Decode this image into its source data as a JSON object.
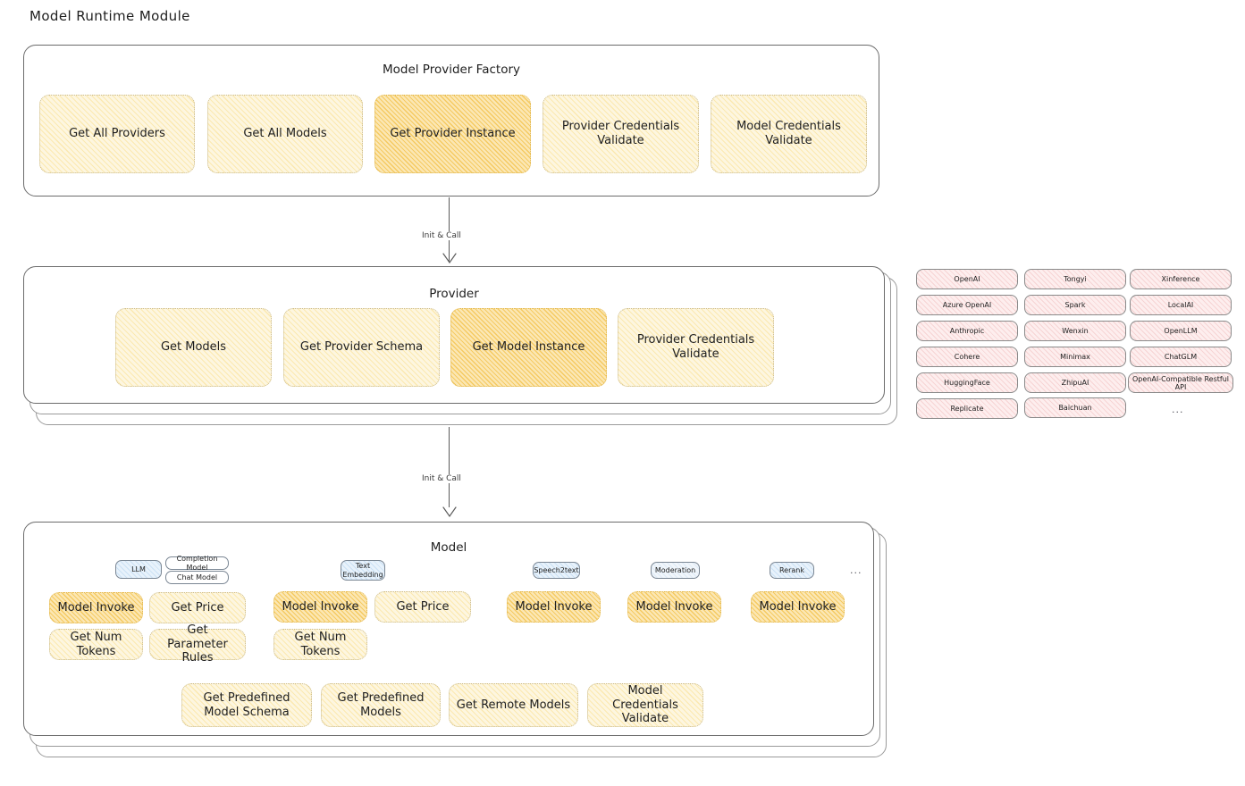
{
  "page": {
    "title": "Model Runtime Module"
  },
  "factory": {
    "title": "Model Provider Factory",
    "boxes": [
      {
        "label": "Get All Providers",
        "highlighted": false
      },
      {
        "label": "Get All Models",
        "highlighted": false
      },
      {
        "label": "Get Provider Instance",
        "highlighted": true
      },
      {
        "label": "Provider Credentials Validate",
        "highlighted": false
      },
      {
        "label": "Model Credentials Validate",
        "highlighted": false
      }
    ]
  },
  "arrows": [
    {
      "label": "Init & Call",
      "from": "Model Provider Factory",
      "to": "Provider"
    },
    {
      "label": "Init & Call",
      "from": "Provider",
      "to": "Model"
    }
  ],
  "provider": {
    "title": "Provider",
    "stack_layers": 3,
    "boxes": [
      {
        "label": "Get Models",
        "highlighted": false
      },
      {
        "label": "Get Provider Schema",
        "highlighted": false
      },
      {
        "label": "Get Model Instance",
        "highlighted": true
      },
      {
        "label": "Provider Credentials Validate",
        "highlighted": false
      }
    ]
  },
  "provider_list": {
    "columns": [
      [
        "OpenAI",
        "Azure OpenAI",
        "Anthropic",
        "Cohere",
        "HuggingFace",
        "Replicate"
      ],
      [
        "Tongyi",
        "Spark",
        "Wenxin",
        "Minimax",
        "ZhipuAI",
        "Baichuan"
      ],
      [
        "Xinference",
        "LocalAI",
        "OpenLLM",
        "ChatGLM",
        "OpenAI-Compatible Restful API"
      ]
    ],
    "more": "..."
  },
  "model": {
    "title": "Model",
    "stack_layers": 3,
    "more": "...",
    "capabilities": [
      {
        "name": "LLM",
        "pill_style": "blue",
        "sub_pills": [
          "Completion Model",
          "Chat Model"
        ],
        "boxes": [
          {
            "label": "Model Invoke",
            "highlighted": true
          },
          {
            "label": "Get Price",
            "highlighted": false
          },
          {
            "label": "Get Num Tokens",
            "highlighted": false
          },
          {
            "label": "Get Parameter Rules",
            "highlighted": false
          }
        ]
      },
      {
        "name": "Text Embedding",
        "pill_style": "blue",
        "sub_pills": [],
        "boxes": [
          {
            "label": "Model Invoke",
            "highlighted": true
          },
          {
            "label": "Get Price",
            "highlighted": false
          },
          {
            "label": "Get Num Tokens",
            "highlighted": false
          }
        ]
      },
      {
        "name": "Speech2text",
        "pill_style": "white",
        "sub_pills": [],
        "boxes": [
          {
            "label": "Model Invoke",
            "highlighted": true
          }
        ]
      },
      {
        "name": "Moderation",
        "pill_style": "blue-faint",
        "sub_pills": [],
        "boxes": [
          {
            "label": "Model Invoke",
            "highlighted": true
          }
        ]
      },
      {
        "name": "Rerank",
        "pill_style": "blue",
        "sub_pills": [],
        "boxes": [
          {
            "label": "Model Invoke",
            "highlighted": true
          }
        ]
      }
    ],
    "common_boxes": [
      {
        "label": "Get Predefined Model Schema"
      },
      {
        "label": "Get Predefined Models"
      },
      {
        "label": "Get Remote Models"
      },
      {
        "label": "Model Credentials Validate"
      }
    ]
  },
  "colors": {
    "fn_fill": "#fdf6e0",
    "fn_fill_highlight": "#fbe7b4",
    "provider_pill_fill": "#fdeeee",
    "capability_pill_fill": "#e8f2fb",
    "border": "#6b6b6b",
    "text": "#1e1e1e"
  }
}
